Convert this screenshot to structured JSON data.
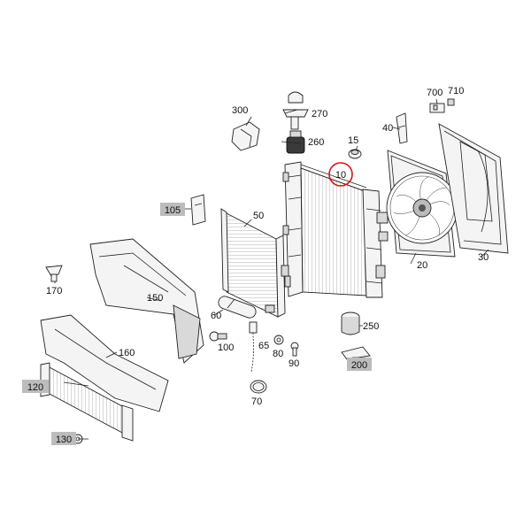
{
  "callouts": {
    "p10": "10",
    "p15": "15",
    "p20": "20",
    "p30": "30",
    "p40": "40",
    "p50": "50",
    "p60": "60",
    "p65": "65",
    "p70": "70",
    "p80": "80",
    "p90": "90",
    "p100": "100",
    "p105": "105",
    "p120": "120",
    "p130": "130",
    "p150": "150",
    "p160": "160",
    "p170": "170",
    "p200": "200",
    "p250": "250",
    "p260": "260",
    "p270": "270",
    "p300": "300",
    "p700": "700",
    "p710": "710"
  },
  "highlight": {
    "circled_part": "10",
    "boxed_parts": [
      "105",
      "120",
      "130",
      "200"
    ],
    "circle_color": "#d9121a",
    "box_color": "#bcbcbc"
  }
}
